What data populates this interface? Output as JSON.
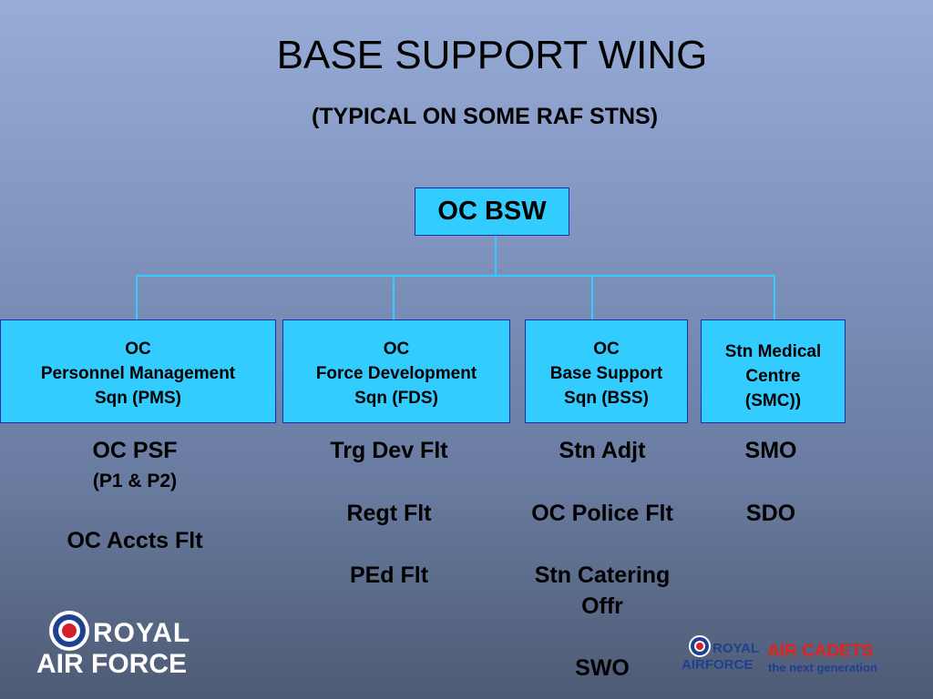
{
  "title": "BASE SUPPORT WING",
  "subtitle": "(TYPICAL ON SOME RAF STNS)",
  "top": {
    "label": "OC BSW"
  },
  "squadrons": [
    {
      "line1": "OC",
      "line2": "Personnel Management",
      "line3": "Sqn (PMS)"
    },
    {
      "line1": "OC",
      "line2": "Force Development",
      "line3": "Sqn (FDS)"
    },
    {
      "line1": "OC",
      "line2": "Base Support",
      "line3": "Sqn (BSS)"
    },
    {
      "line1": "Stn Medical",
      "line2": "Centre",
      "line3": "(SMC))"
    }
  ],
  "units": {
    "pms": {
      "a": "OC PSF",
      "b": "(P1 & P2)",
      "c": "OC Accts Flt"
    },
    "fds": {
      "a": "Trg Dev Flt",
      "b": "Regt Flt",
      "c": "PEd Flt"
    },
    "bss": {
      "a": "Stn Adjt",
      "b": "OC Police Flt",
      "c1": "Stn Catering",
      "c2": "Offr",
      "d": "SWO"
    },
    "smc": {
      "a": "SMO",
      "b": "SDO"
    }
  },
  "logos": {
    "raf_line1": "ROYAL",
    "raf_line2": "AIR FORCE",
    "cadets_raf1": "ROYAL",
    "cadets_raf2": "AIRFORCE",
    "cadets_name": "AIR CADETS",
    "cadets_tagline": "the next generation"
  },
  "colors": {
    "box_fill": "#33ccff",
    "box_border": "#1a2fb0",
    "roundel_blue": "#1f3f8f",
    "roundel_red": "#d4202c",
    "cadets_red": "#e2231a"
  }
}
